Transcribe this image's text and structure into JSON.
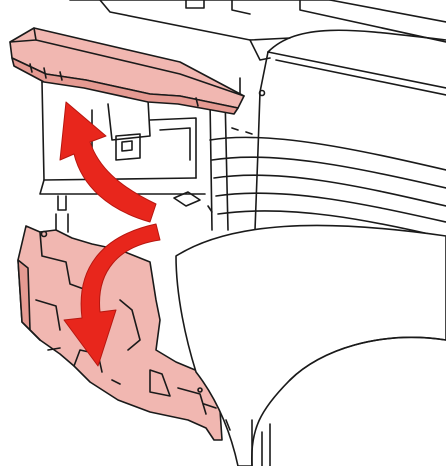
{
  "figure": {
    "background": "#ffffff",
    "colors": {
      "line": "#1a1a1a",
      "cover_fill": "#f1b7b1",
      "cover_shadow": "#e59a92",
      "arrow": "#e8261c",
      "arrow_dark": "#b71710"
    },
    "parts": [
      {
        "id": "upper-cover",
        "icon": "cover-panel",
        "state": "open"
      },
      {
        "id": "lower-cover",
        "icon": "cover-panel",
        "state": "open"
      },
      {
        "id": "arrow-upper",
        "icon": "curved-arrow",
        "direction": "up"
      },
      {
        "id": "arrow-lower",
        "icon": "curved-arrow",
        "direction": "down"
      },
      {
        "id": "printer-body",
        "icon": "machine-outline"
      },
      {
        "id": "media-roll",
        "icon": "media-sheet"
      }
    ]
  }
}
